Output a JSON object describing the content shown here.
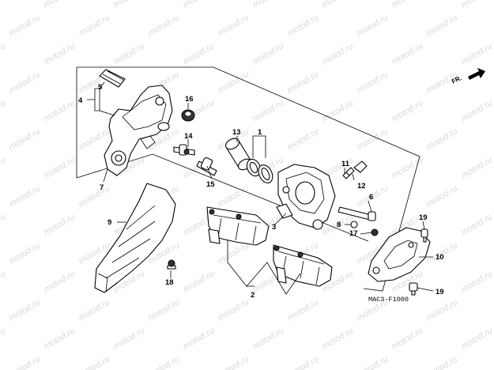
{
  "watermark": "motod.ru",
  "diagram": {
    "code": "MAC3-F1000",
    "direction": "FR."
  },
  "callouts": {
    "c1": "1",
    "c2": "2",
    "c3": "3",
    "c4": "4",
    "c5": "5",
    "c6": "6",
    "c7": "7",
    "c8": "8",
    "c9": "9",
    "c10": "10",
    "c11": "11",
    "c12": "12",
    "c13": "13",
    "c14": "14",
    "c15": "15",
    "c16": "16",
    "c17": "17",
    "c18": "18",
    "c19a": "19",
    "c19b": "19"
  }
}
